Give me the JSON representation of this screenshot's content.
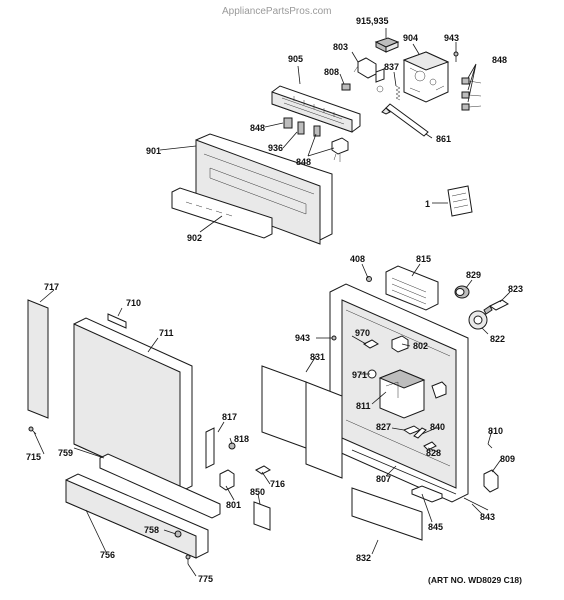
{
  "watermark": "AppliancePartsPros.com",
  "art_number": "(ART NO. WD8029 C18)",
  "callouts": {
    "c915": "915,935",
    "c904": "904",
    "c943a": "943",
    "c803": "803",
    "c905": "905",
    "c808": "808",
    "c837": "837",
    "c848a": "848",
    "c848b": "848",
    "c848c": "848",
    "c861": "861",
    "c936": "936",
    "c901": "901",
    "c1": "1",
    "c902": "902",
    "c408": "408",
    "c815": "815",
    "c829": "829",
    "c823": "823",
    "c822": "822",
    "c717": "717",
    "c710": "710",
    "c711": "711",
    "c943b": "943",
    "c970": "970",
    "c802": "802",
    "c831": "831",
    "c971": "971",
    "c811": "811",
    "c817": "817",
    "c827": "827",
    "c840": "840",
    "c818": "818",
    "c828": "828",
    "c810": "810",
    "c715": "715",
    "c759": "759",
    "c809": "809",
    "c807": "807",
    "c716": "716",
    "c850": "850",
    "c801": "801",
    "c843": "843",
    "c845": "845",
    "c758": "758",
    "c756": "756",
    "c832": "832",
    "c775": "775"
  }
}
